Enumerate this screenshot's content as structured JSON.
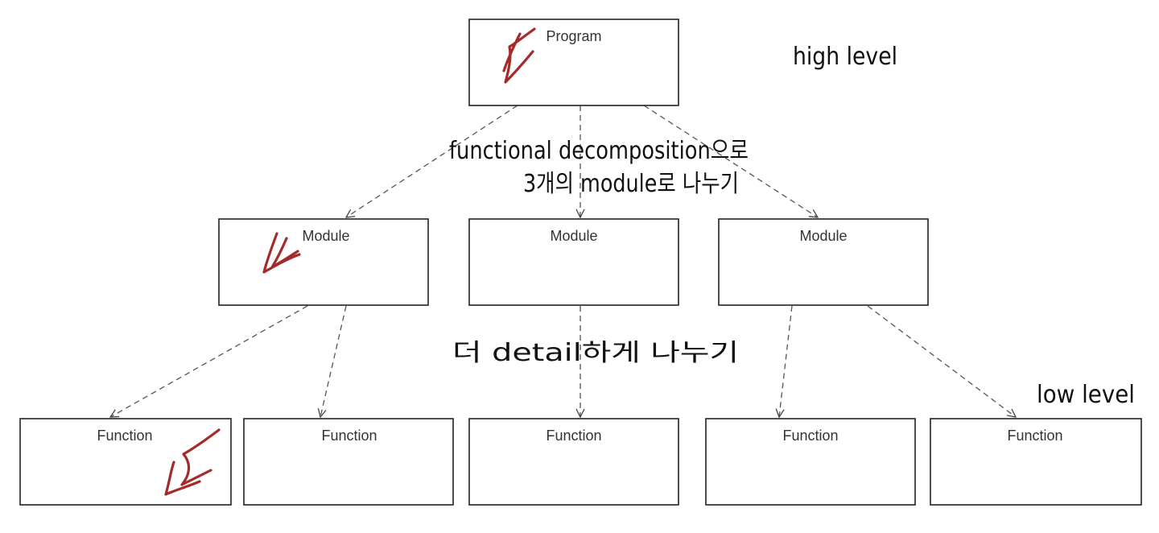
{
  "colors": {
    "box_border": "#222222",
    "edge": "#555555",
    "handwriting": "#111111",
    "marker": "#a52a2a"
  },
  "nodes": {
    "program": {
      "label": "Program"
    },
    "modules": [
      {
        "label": "Module"
      },
      {
        "label": "Module"
      },
      {
        "label": "Module"
      }
    ],
    "functions": [
      {
        "label": "Function"
      },
      {
        "label": "Function"
      },
      {
        "label": "Function"
      },
      {
        "label": "Function"
      },
      {
        "label": "Function"
      }
    ]
  },
  "edges": [
    {
      "from": "program",
      "to": "module-1"
    },
    {
      "from": "program",
      "to": "module-2"
    },
    {
      "from": "program",
      "to": "module-3"
    },
    {
      "from": "module-1",
      "to": "function-1"
    },
    {
      "from": "module-1",
      "to": "function-2"
    },
    {
      "from": "module-2",
      "to": "function-3"
    },
    {
      "from": "module-3",
      "to": "function-4"
    },
    {
      "from": "module-3",
      "to": "function-5"
    }
  ],
  "annotations": {
    "high_level": "high level",
    "low_level": "low level",
    "decomposition_line1": "functional decomposition으로",
    "decomposition_line2": "3개의 module로 나누기",
    "detail": "더 detail하게 나누기"
  }
}
